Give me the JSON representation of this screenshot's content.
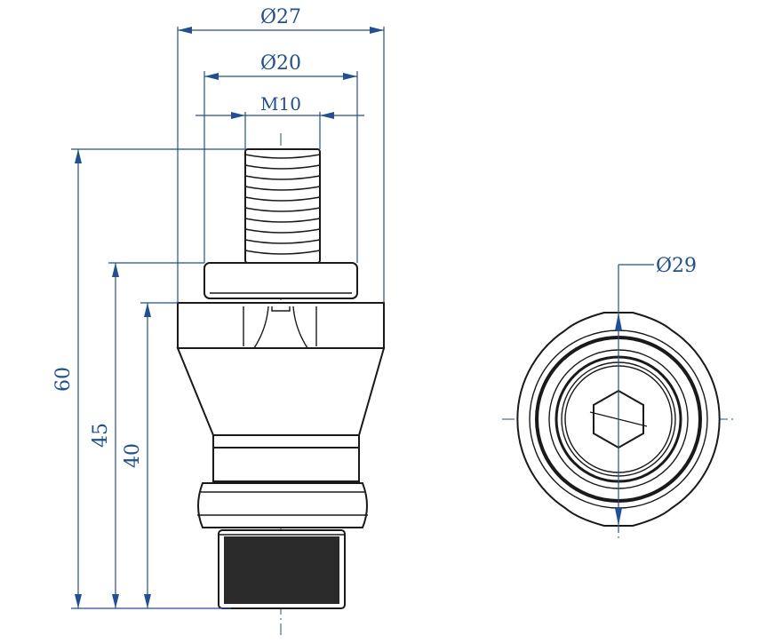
{
  "dimensions": {
    "dia_27": "Ø27",
    "dia_20": "Ø20",
    "thread_m10": "M10",
    "height_60": "60",
    "height_45": "45",
    "height_40": "40",
    "dia_29": "Ø29"
  },
  "colors": {
    "dimension": "#1f4f99",
    "outline": "#1a1a1a",
    "background": "#ffffff"
  }
}
